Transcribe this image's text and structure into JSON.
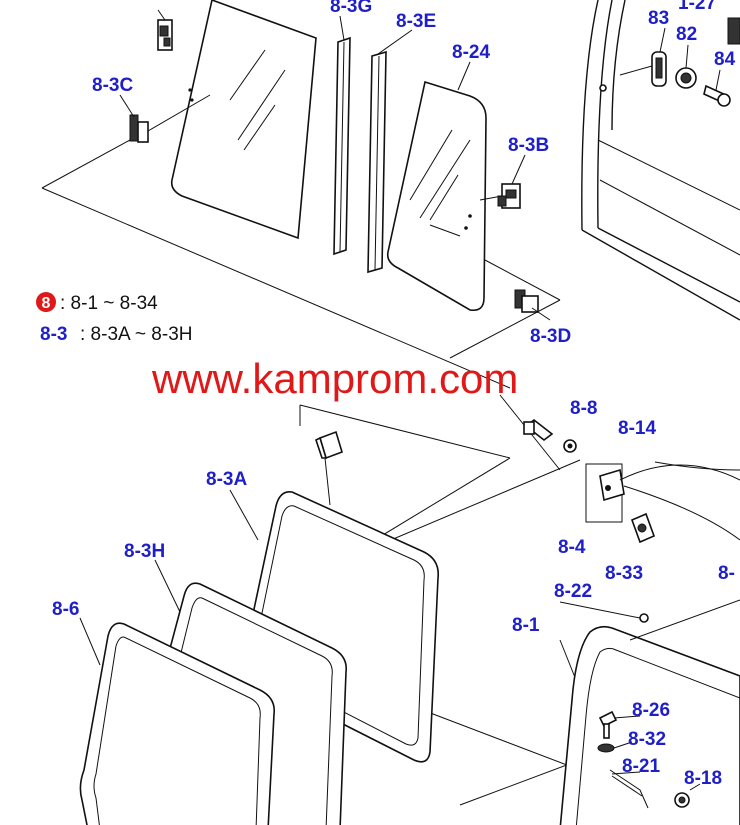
{
  "labels": {
    "p83": "83",
    "p82": "82",
    "p84": "84",
    "p127": "1-27",
    "p83g": "8-3G",
    "p83e": "8-3E",
    "p824": "8-24",
    "p83c": "8-3C",
    "p83b": "8-3B",
    "p83d": "8-3D",
    "p8_8": "8-8",
    "p814": "8-14",
    "p83a": "8-3A",
    "p83h": "8-3H",
    "p86": "8-6",
    "p84b": "8-4",
    "p833": "8-33",
    "p8edge": "8-",
    "p822": "8-22",
    "p81": "8-1",
    "p826": "8-26",
    "p832": "8-32",
    "p821": "8-21",
    "p818": "8-18"
  },
  "legend": {
    "badge": "8",
    "range1": ": 8-1 ~ 8-34",
    "sub_label": "8-3",
    "range2": ": 8-3A ~ 8-3H"
  },
  "watermark": "www.kamprom.com",
  "colors": {
    "label": "#1f1fc8",
    "badge": "#e01818",
    "watermark": "#e01818",
    "lines": "#111111"
  }
}
